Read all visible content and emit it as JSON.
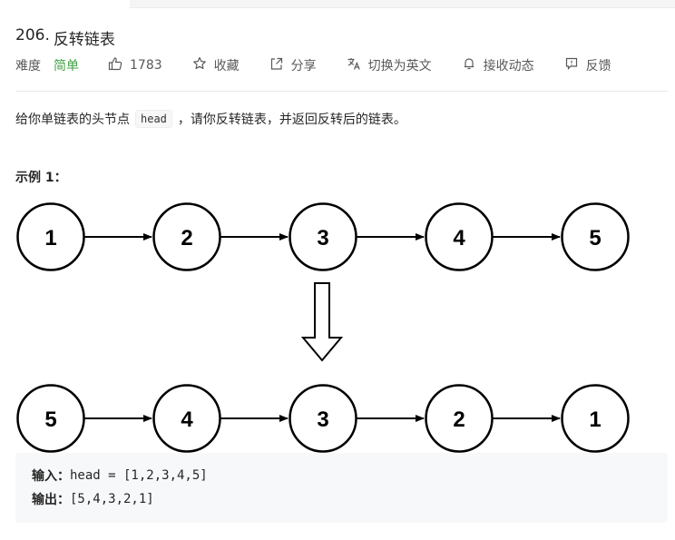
{
  "problem": {
    "number": "206.",
    "name": "反转链表",
    "difficulty_label": "难度",
    "difficulty": "简单"
  },
  "actions": {
    "likes": "1783",
    "favorite": "收藏",
    "share": "分享",
    "switch_lang": "切换为英文",
    "notify": "接收动态",
    "feedback": "反馈"
  },
  "description": {
    "before": "给你单链表的头节点",
    "code": "head",
    "after": "，请你反转链表，并返回反转后的链表。"
  },
  "example": {
    "title": "示例 1：",
    "diagram": {
      "original_list": [
        "1",
        "2",
        "3",
        "4",
        "5"
      ],
      "reversed_list": [
        "5",
        "4",
        "3",
        "2",
        "1"
      ]
    },
    "input_label": "输入：",
    "input_value": "head = [1,2,3,4,5]",
    "output_label": "输出：",
    "output_value": "[5,4,3,2,1]"
  },
  "colors": {
    "difficulty_easy": "#43a047",
    "node_stroke": "#000000"
  }
}
